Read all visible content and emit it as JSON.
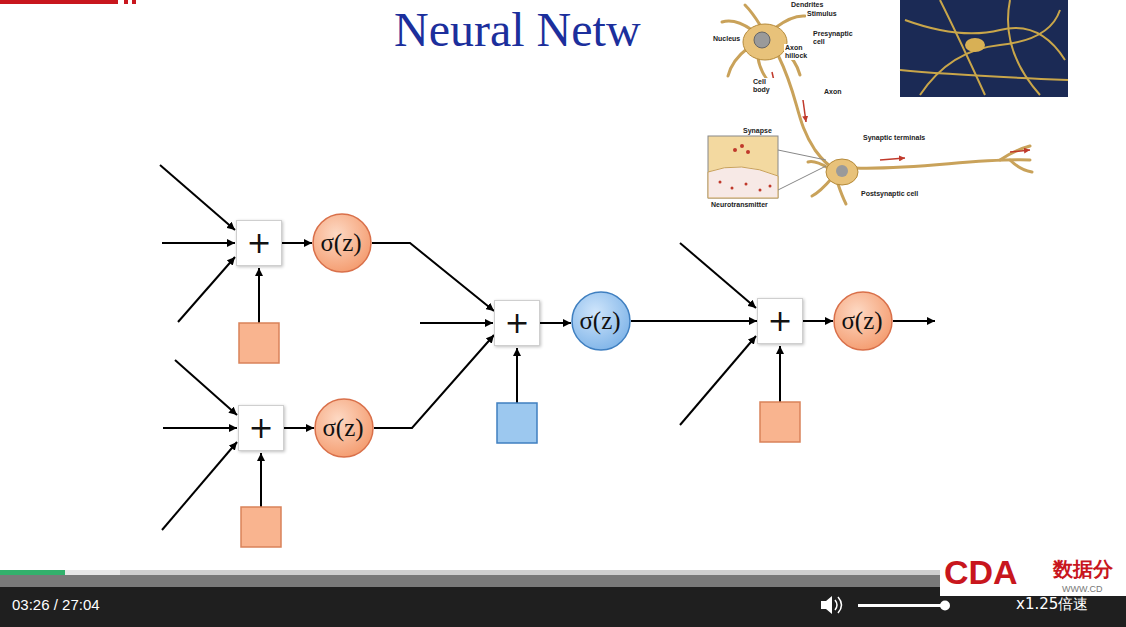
{
  "diagram": {
    "title": "Neural Netw",
    "nodes": [
      {
        "text": [
          "+"
        ]
      },
      {
        "text": [
          "σ(z)"
        ]
      },
      {
        "text": [
          "+"
        ]
      },
      {
        "text": [
          "σ(z)"
        ]
      },
      {
        "text": [
          "+"
        ]
      },
      {
        "text": [
          "σ(z)"
        ]
      },
      {
        "text": [
          "+"
        ]
      },
      {
        "text": [
          "σ(z)"
        ]
      }
    ],
    "edges": [
      {
        "from": 0,
        "to": 1,
        "arrow": "to"
      },
      {
        "from": 2,
        "to": 3,
        "arrow": "to"
      },
      {
        "from": 1,
        "to": 4,
        "arrow": "to"
      },
      {
        "from": 3,
        "to": 4,
        "arrow": "to"
      },
      {
        "from": 4,
        "to": 5,
        "arrow": "to"
      },
      {
        "from": 5,
        "to": 6,
        "arrow": "to"
      },
      {
        "from": 6,
        "to": 7,
        "arrow": "to"
      }
    ],
    "labels": [
      "Dendrites",
      "Stimulus",
      "Nucleus",
      "Presynaptic cell",
      "Axon hillock",
      "Cell body",
      "Axon",
      "Synapse",
      "Synaptic terminals",
      "Postsynaptic cell",
      "Neurotransmitter",
      "03:26 / 27:04",
      "x1.25倍速",
      "CDA",
      "数据分",
      "WWW.CD"
    ]
  }
}
